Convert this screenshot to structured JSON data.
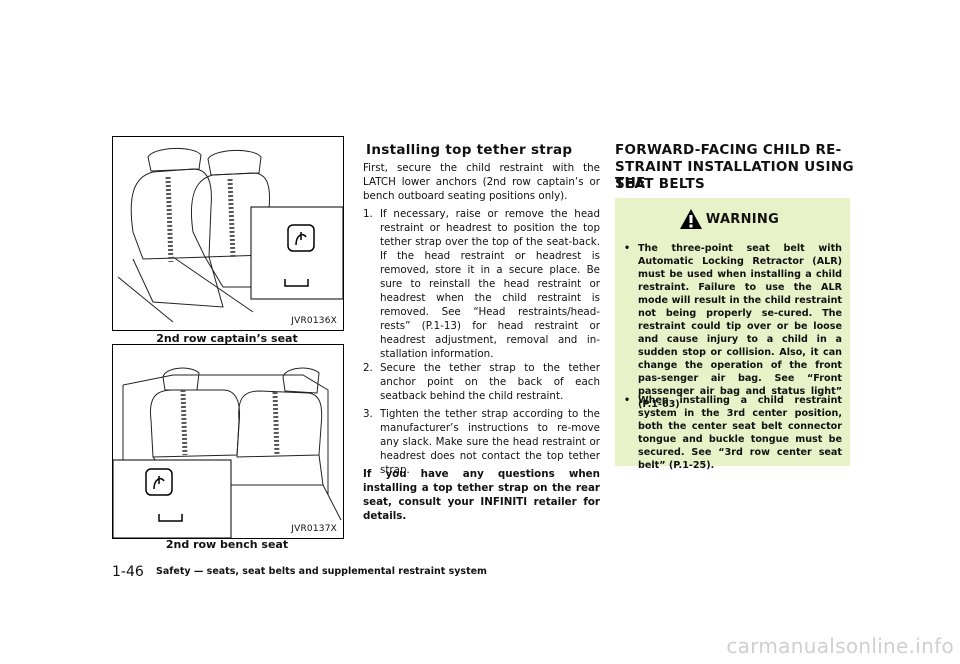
{
  "figures": [
    {
      "code": "JVR0136X",
      "caption": "2nd row captain’s seat"
    },
    {
      "code": "JVR0137X",
      "caption": "2nd row bench seat"
    }
  ],
  "middle": {
    "heading": "Installing top tether strap",
    "intro": "First, secure the child restraint with the LATCH lower anchors (2nd row captain’s or bench outboard seating positions only).",
    "steps": [
      {
        "num": "1.",
        "text": "If necessary, raise or remove the head restraint or headrest to position the top tether strap over the top of the seat-back. If the head restraint or headrest is removed, store it in a secure place. Be sure to reinstall the head restraint or headrest when the child restraint is removed. See “Head restraints/head-rests” (P.1-13) for head restraint or headrest adjustment, removal and in-stallation information."
      },
      {
        "num": "2.",
        "text": "Secure the tether strap to the tether anchor point on the back of each seatback behind the child restraint."
      },
      {
        "num": "3.",
        "text": "Tighten the tether strap according to the manufacturer’s instructions to re-move any slack. Make sure the head restraint or headrest does not contact the top tether strap."
      }
    ],
    "closing": "If you have any questions when installing a top tether strap on the rear seat, consult your INFINITI retailer for details."
  },
  "right": {
    "heading": [
      "FORWARD-FACING CHILD RE-",
      "STRAINT INSTALLATION USING THE",
      "SEAT BELTS"
    ],
    "warning_title": "WARNING",
    "warning_items": [
      "The three-point seat belt with Automatic Locking Retractor (ALR) must be used when installing a child restraint. Failure to use the ALR mode will result in the child restraint not being properly se-cured. The restraint could tip over or be loose and cause injury to a child in a sudden stop or collision. Also, it can change the operation of the front pas-senger air bag. See “Front passenger air bag and status light” (P.1-63)",
      "When installing a child restraint system in the 3rd center position, both the center seat belt connector tongue and buckle tongue must be secured. See “3rd row center seat belt” (P.1-25)."
    ],
    "colors": {
      "warning_bg": "#e8f2c8"
    }
  },
  "footer": {
    "page_number": "1-46",
    "section": "Safety — seats, seat belts and supplemental restraint system"
  },
  "watermark": "carmanualsonline.info"
}
